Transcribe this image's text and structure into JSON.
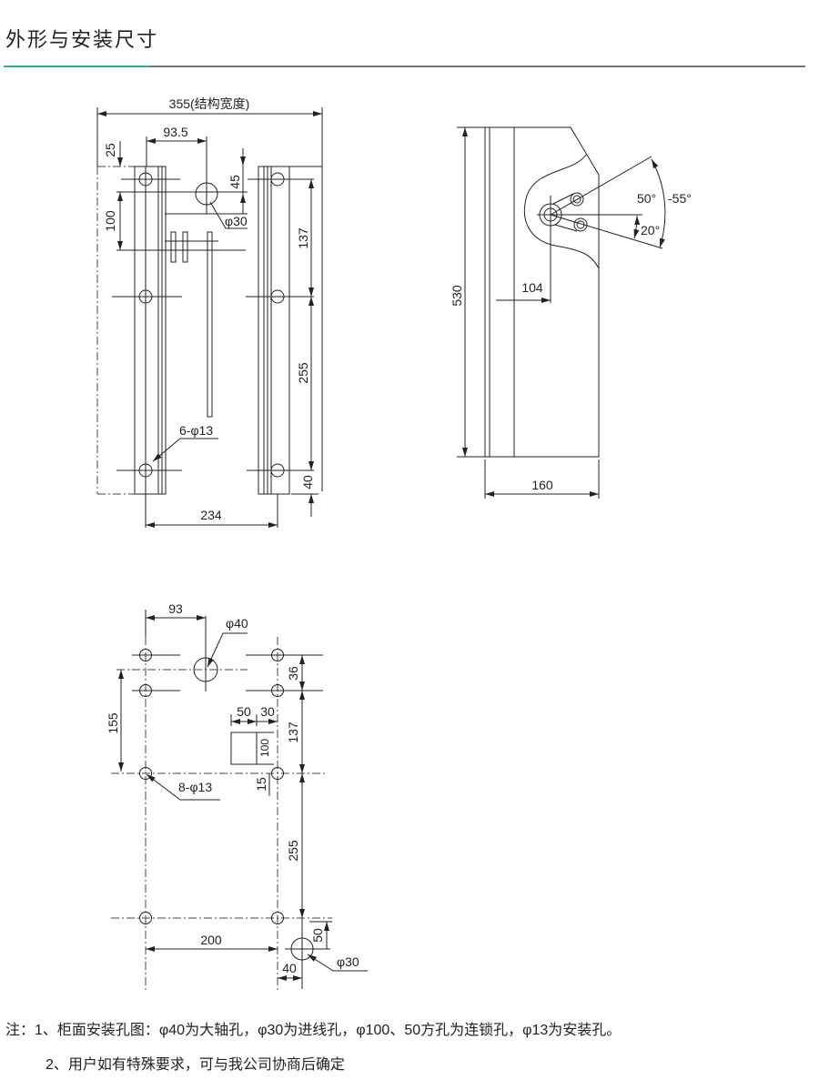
{
  "title": "外形与安装尺寸",
  "colors": {
    "accent_green": "#2bb673",
    "rule_gray": "#777777",
    "ink": "#222222"
  },
  "front_view": {
    "width_label": "355(结构宽度)",
    "dim_93_5": "93.5",
    "dim_25": "25",
    "dim_45": "45",
    "dim_100": "100",
    "hole_30": "φ30",
    "dim_137": "137",
    "dim_255": "255",
    "dim_40": "40",
    "holes_label": "6-φ13",
    "dim_234": "234"
  },
  "side_view": {
    "dim_530": "530",
    "dim_104": "104",
    "angle_50": "50°",
    "angle_55": "-55°",
    "angle_20": "20°",
    "dim_160": "160"
  },
  "panel_cutout": {
    "dim_93": "93",
    "hole_40": "φ40",
    "dim_36": "36",
    "dim_155": "155",
    "dim_50": "50",
    "dim_30": "30",
    "dim_100": "100",
    "dim_137": "137",
    "dim_15": "15",
    "holes_label": "8-φ13",
    "dim_255": "255",
    "dim_200": "200",
    "dim_50b": "50",
    "dim_40": "40",
    "hole_30": "φ30"
  },
  "notes": [
    "注：1、柜面安装孔图：φ40为大轴孔，φ30为进线孔，φ100、50方孔为连锁孔，φ13为安装孔。",
    "2、用户如有特殊要求，可与我公司协商后确定"
  ]
}
